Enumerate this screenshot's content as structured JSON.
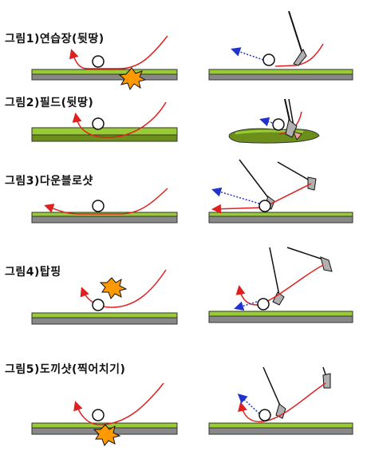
{
  "panels": [
    {
      "label": "그림1)연습장(뒷땅)"
    },
    {
      "label": "그림2)필드(뒷땅)"
    },
    {
      "label": "그림3)다운블로샷"
    },
    {
      "label": "그림4)탑핑"
    },
    {
      "label": "그림5)도끼샷(찍어치기)"
    }
  ],
  "colors": {
    "grass": "#99cc33",
    "grass_dark": "#6b8f1a",
    "ground": "#888888",
    "swing_path": "#e02020",
    "ball_flight": "#2233cc",
    "impact": "#ff9900",
    "club_head": "#b0b0b0"
  }
}
